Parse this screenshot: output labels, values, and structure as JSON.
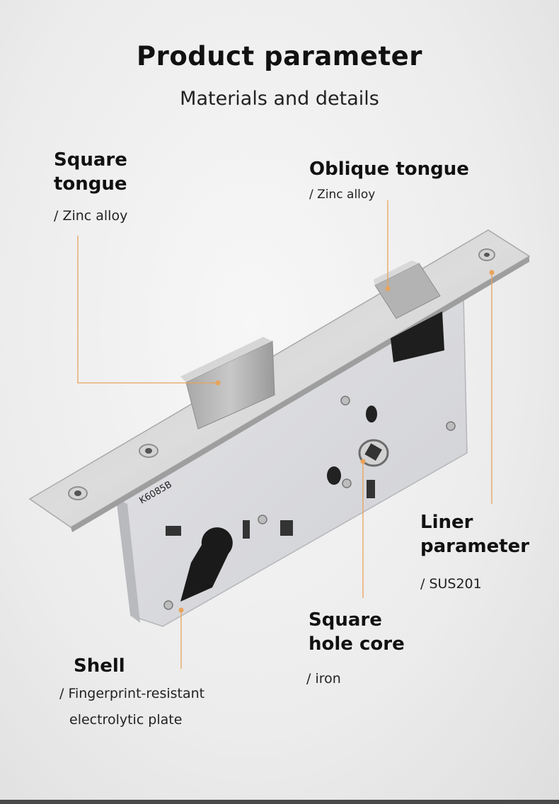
{
  "header": {
    "title": "Product parameter",
    "subtitle": "Materials and details"
  },
  "product": {
    "model_mark": "K6085B"
  },
  "callouts": [
    {
      "name_lines": [
        "Square",
        "tongue"
      ],
      "material_lines": [
        "/ Zinc alloy"
      ]
    },
    {
      "name_lines": [
        "Oblique tongue"
      ],
      "material_lines": [
        "/ Zinc alloy"
      ]
    },
    {
      "name_lines": [
        "Liner",
        "parameter"
      ],
      "material_lines": [
        "/ SUS201"
      ]
    },
    {
      "name_lines": [
        "Square",
        "hole core"
      ],
      "material_lines": [
        "/ iron"
      ]
    },
    {
      "name_lines": [
        "Shell"
      ],
      "material_lines": [
        "/ Fingerprint-resistant",
        "electrolytic plate"
      ]
    }
  ],
  "colors": {
    "leader_line": "#e8a35a",
    "text": "#111111"
  }
}
